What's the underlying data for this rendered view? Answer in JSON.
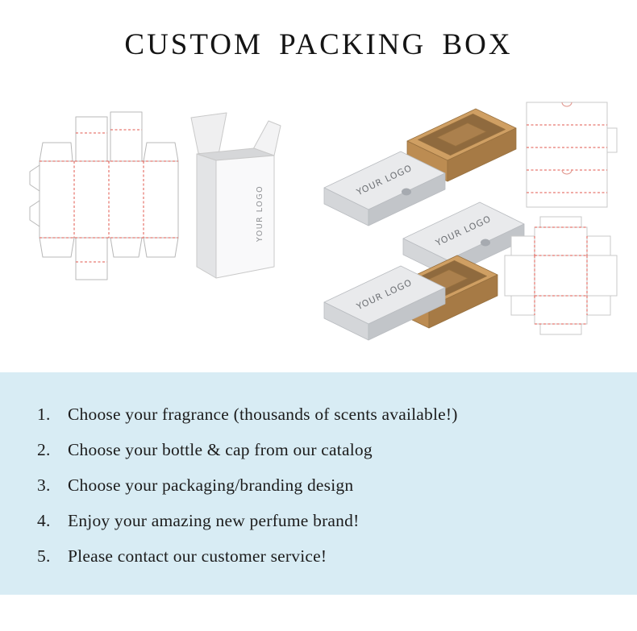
{
  "page": {
    "title": "CUSTOM PACKING BOX"
  },
  "illustrations": {
    "tall_box_logo": "YOUR LOGO",
    "sleeve_top_logo": "YOUR LOGO",
    "sleeve_middle_logo": "YOUR LOGO",
    "sleeve_bottom_logo": "YOUR LOGO"
  },
  "steps": {
    "items": [
      {
        "number": "1.",
        "text": "Choose your fragrance (thousands of scents available!)"
      },
      {
        "number": "2.",
        "text": "Choose your bottle & cap from our catalog"
      },
      {
        "number": "3.",
        "text": "Choose your packaging/branding design"
      },
      {
        "number": "4.",
        "text": "Enjoy your amazing new perfume brand!"
      },
      {
        "number": "5.",
        "text": "Please contact our customer service!"
      }
    ]
  },
  "colors": {
    "steps_panel_background": "#d8ecf4",
    "kraft_brown": "#bc8c52",
    "dieline_red": "#e2574c",
    "sleeve_gray": "#e9eaec"
  }
}
